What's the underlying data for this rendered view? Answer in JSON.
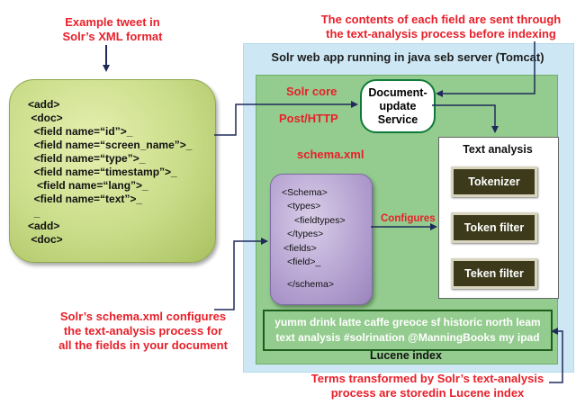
{
  "annotations": {
    "tweet_xml": [
      "Example tweet in",
      "Solr’s XML format"
    ],
    "fields_sent": [
      "The contents of each field are sent through",
      "the text-analysis process before indexing"
    ],
    "schema_configures": [
      "Solr’s schema.xml configures",
      "the text-analysis process for",
      "all the fields in your document"
    ],
    "terms_stored": [
      "Terms transformed by Solr’s text-analysis",
      "process are storedin Lucene index"
    ]
  },
  "tomcat_label": "Solr web app running in java seb server (Tomcat)",
  "solr_core_label": "Solr core",
  "post_http_label": "Post/HTTP",
  "document_update_service": [
    "Document-",
    "update",
    "Service"
  ],
  "xml_lines": [
    "<add>",
    " <doc>",
    "  <field name=“id”>_",
    "  <field name=“screen_name”>_",
    "  <field name=“type”>_",
    "  <field name=“timestamp”>_",
    "   <field name=“lang”>_",
    "  <field name=“text”>_",
    "  _",
    "<add>",
    " <doc>"
  ],
  "schema_title": "schema.xml",
  "schema_lines": [
    "<Schema>",
    "<types>",
    "<fieldtypes>",
    "</types>",
    "<fields>",
    "<field>_",
    "",
    "</schema>"
  ],
  "configures_label": "Configures",
  "text_analysis": {
    "title": "Text analysis",
    "steps": [
      "Tokenizer",
      "Token filter",
      "Teken filter"
    ]
  },
  "lucene_terms": [
    "yumm drink latte caffe greoce sf historic north leam",
    "text analysis #solrination @ManningBooks my ipad"
  ],
  "lucene_index_label": "Lucene index",
  "colors": {
    "annotation_red": "#e8202a",
    "tomcat_bg": "#cde8f4",
    "core_bg": "#93cc8e",
    "xml_box": "#c9dc88",
    "schema_box": "#b7a4d2",
    "filter_step": "#3c3a1a",
    "arrow_navy": "#1f2a5a"
  }
}
